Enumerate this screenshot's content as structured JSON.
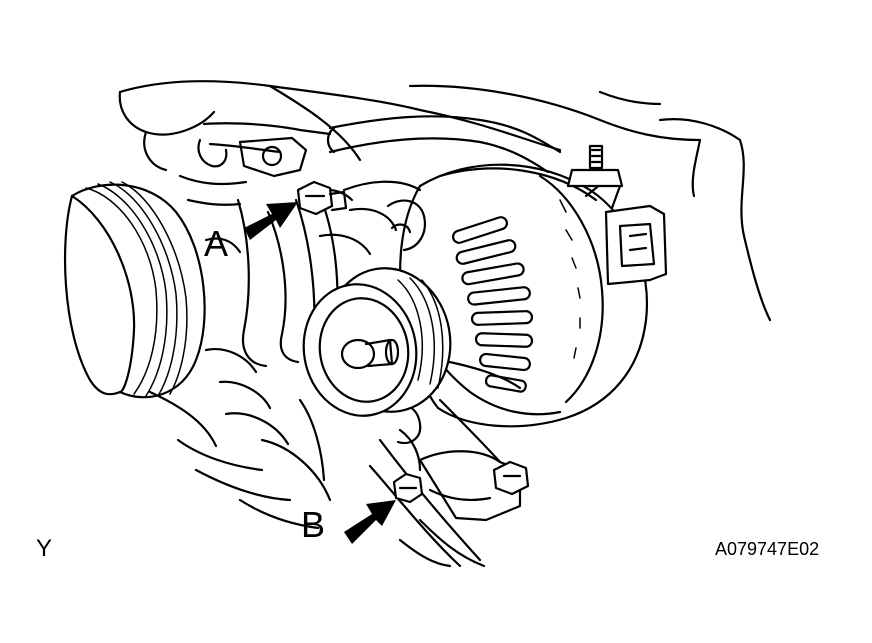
{
  "diagram": {
    "callouts": [
      {
        "id": "a",
        "label": "A",
        "part": "bolt"
      },
      {
        "id": "b",
        "label": "B",
        "part": "bolt"
      }
    ],
    "corner_mark": "Y",
    "figure_code": "A079747E02",
    "ink_color": "#000000",
    "paper_color": "#ffffff"
  }
}
